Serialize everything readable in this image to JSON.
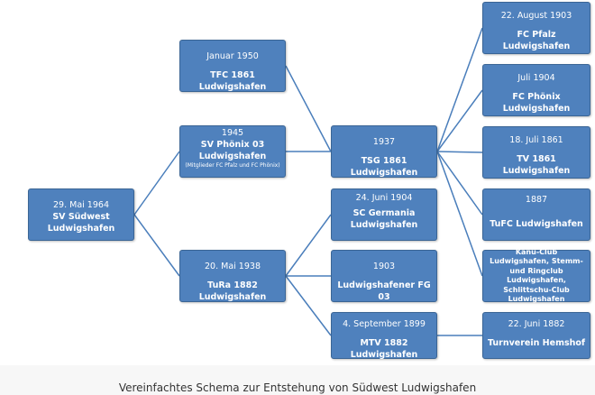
{
  "diagram": {
    "nodes": {
      "suedwest": {
        "date": "29. Mai 1964",
        "name": "SV Südwest Ludwigshafen"
      },
      "tfc": {
        "date": "Januar 1950",
        "name": "TFC 1861 Ludwigshafen"
      },
      "phoenix03": {
        "date": "1945",
        "name": "SV Phönix 03 Ludwigshafen",
        "note": "(Mitglieder FC Pfalz und FC Phönix)"
      },
      "tura": {
        "date": "20. Mai 1938",
        "name": "TuRa 1882 Ludwigshafen"
      },
      "tsg": {
        "date": "1937",
        "name": "TSG 1861 Ludwigshafen"
      },
      "germania": {
        "date": "24. Juni 1904",
        "name": "SC Germania Ludwigshafen"
      },
      "fg03": {
        "date": "1903",
        "name": "Ludwigshafener FG 03"
      },
      "mtv": {
        "date": "4. September 1899",
        "name": "MTV 1882 Ludwigshafen"
      },
      "fcpfalz": {
        "date": "22. August 1903",
        "name": "FC Pfalz Ludwigshafen"
      },
      "fcphoenix": {
        "date": "Juli 1904",
        "name": "FC Phönix Ludwigshafen"
      },
      "tv1861": {
        "date": "18. Juli 1861",
        "name": "TV 1861 Ludwigshafen"
      },
      "tufc": {
        "date": "1887",
        "name": "TuFC Ludwigshafen"
      },
      "kanu": {
        "name": "Kanu-Club Ludwigshafen, Stemm- und Ringclub Ludwigshafen, Schlittschu-Club Ludwigshafen"
      },
      "hemshof": {
        "date": "22. Juni 1882",
        "name": "Turnverein Hemshof"
      }
    },
    "links": [
      [
        "suedwest",
        "phoenix03"
      ],
      [
        "suedwest",
        "tura"
      ],
      [
        "tfc",
        "tsg"
      ],
      [
        "phoenix03",
        "tsg"
      ],
      [
        "tura",
        "germania"
      ],
      [
        "tura",
        "fg03"
      ],
      [
        "tura",
        "mtv"
      ],
      [
        "tsg",
        "fcpfalz"
      ],
      [
        "tsg",
        "fcphoenix"
      ],
      [
        "tsg",
        "tv1861"
      ],
      [
        "tsg",
        "tufc"
      ],
      [
        "tsg",
        "kanu"
      ],
      [
        "mtv",
        "hemshof"
      ]
    ],
    "colors": {
      "box": "#4f81bd",
      "border": "#3a6595",
      "line": "#4a7ebb",
      "text": "#ffffff"
    }
  },
  "caption": "Vereinfachtes Schema zur Entstehung von Südwest Ludwigshafen"
}
